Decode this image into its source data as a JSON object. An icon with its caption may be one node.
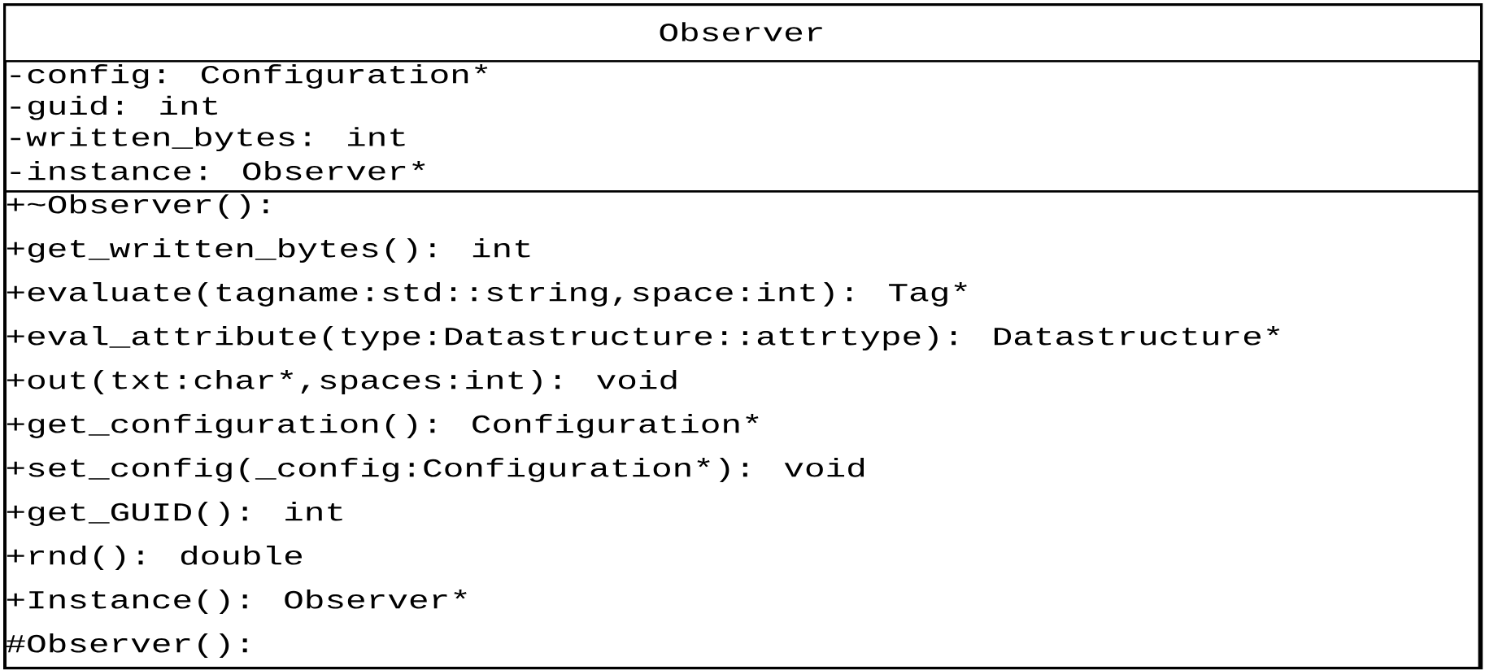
{
  "diagram": {
    "nodes": [
      {
        "text": [
          "Observer"
        ]
      },
      {
        "text": [
          "-config: Configuration*",
          "-guid: int",
          "-written_bytes: int",
          "-instance: Observer*"
        ],
        "in": 0
      },
      {
        "text": [
          "+~Observer():",
          "+get_written_bytes(): int",
          "+evaluate(tagname:std::string,space:int): Tag*",
          "+eval_attribute(type:Datastructure::attrtype): Datastructure*",
          "+out(txt:char*,spaces:int): void",
          "+get_configuration(): Configuration*",
          "+set_config(_config:Configuration*): void",
          "+get_GUID(): int",
          "+rnd(): double",
          "+Instance(): Observer*",
          "#Observer():"
        ],
        "in": 0
      }
    ]
  }
}
